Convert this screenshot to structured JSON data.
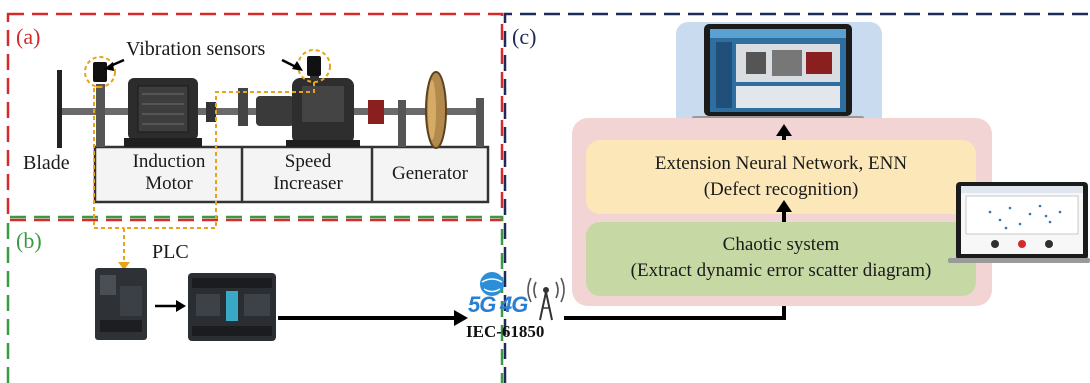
{
  "panels": {
    "a": {
      "tag": "(a)",
      "color": "#d42a2a"
    },
    "b": {
      "tag": "(b)",
      "color": "#3a9a44"
    },
    "c": {
      "tag": "(c)",
      "color": "#1f2a5a"
    }
  },
  "rig": {
    "sensors_label": "Vibration sensors",
    "blade_label": "Blade",
    "motor_label_line1": "Induction",
    "motor_label_line2": "Motor",
    "increaser_label_line1": "Speed",
    "increaser_label_line2": "Increaser",
    "generator_label": "Generator"
  },
  "plc": {
    "label": "PLC"
  },
  "network": {
    "badge_5g": "5G",
    "badge_4g": "4G",
    "protocol": "IEC-61850"
  },
  "pipeline": {
    "enn_line1": "Extension Neural Network, ENN",
    "enn_line2": "(Defect recognition)",
    "chaos_line1": "Chaotic system",
    "chaos_line2": "(Extract dynamic error scatter diagram)"
  },
  "colors": {
    "enn_box": "#fbe7b8",
    "chaos_box": "#c6d8a4",
    "outer_box": "#f3d4d4",
    "laptop_backdrop": "#c9dcef",
    "wire": "#e8a317",
    "arrow": "#000000"
  },
  "icons": [
    "laptop-icon",
    "scatter-laptop-icon",
    "plc-module-icon",
    "antenna-icon",
    "globe-icon",
    "vibration-sensor-icon"
  ]
}
